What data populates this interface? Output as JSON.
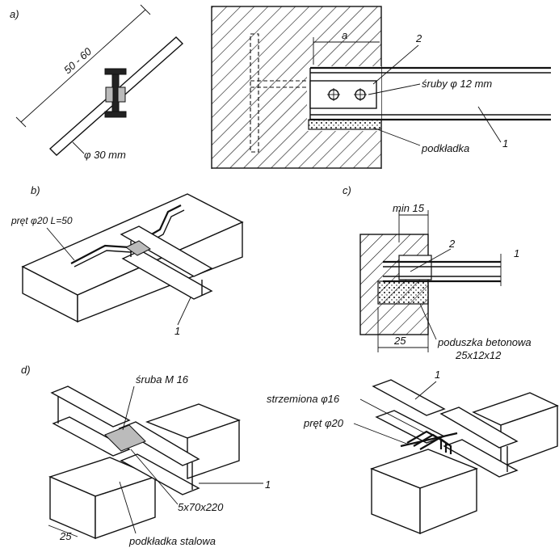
{
  "panels": {
    "a": {
      "tag": "a)",
      "dim": "50 - 60",
      "rod": "φ 30 mm",
      "a_dim": "a",
      "num2": "2",
      "bolts": "śruby φ 12 mm",
      "num1": "1",
      "pad": "podkładka"
    },
    "b": {
      "tag": "b)",
      "bar": "pręt φ20  L=50",
      "num1": "1"
    },
    "c": {
      "tag": "c)",
      "min": "min 15",
      "num2": "2",
      "num1": "1",
      "dim25": "25",
      "cushion": "poduszka betonowa",
      "cushion_size": "25x12x12"
    },
    "d": {
      "tag": "d)",
      "bolt": "śruba M 16",
      "plate": "5x70x220",
      "num1": "1",
      "dim25": "25",
      "steel_pad": "podkładka stalowa",
      "stirrups": "strzemiona φ16",
      "bar": "pręt φ20",
      "num1b": "1"
    }
  }
}
